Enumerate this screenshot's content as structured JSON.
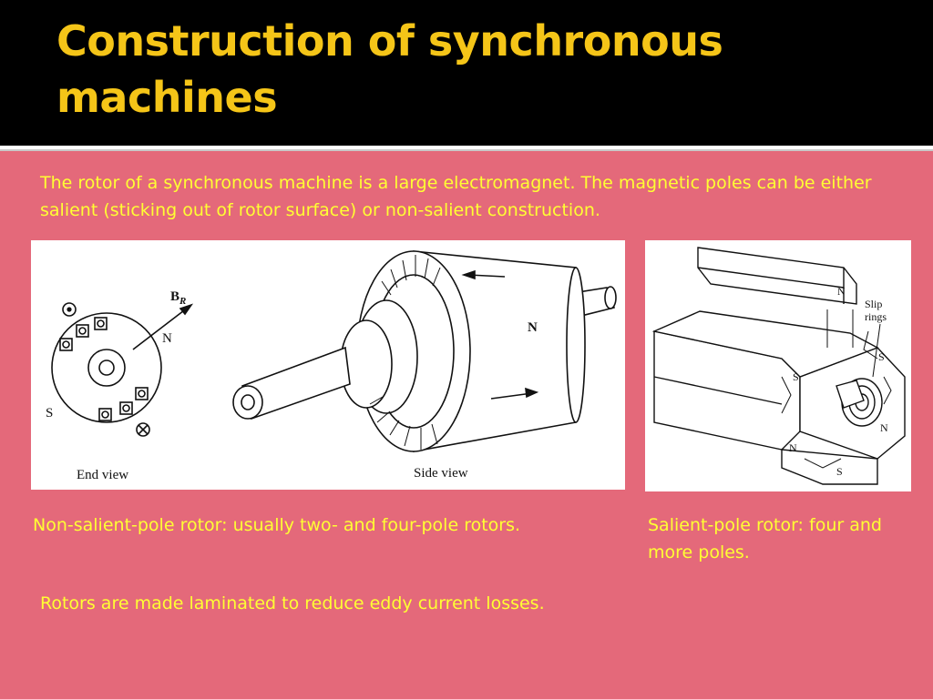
{
  "slide": {
    "title": "Construction of synchronous machines",
    "intro": "The rotor of a synchronous machine is a large electromagnet. The magnetic poles can be either salient (sticking out of rotor surface) or non-salient construction.",
    "caption_left": "Non-salient-pole rotor: usually two- and four-pole rotors.",
    "caption_right": "Salient-pole rotor: four and more poles.",
    "bottom_note": "Rotors are made laminated to reduce eddy current losses."
  },
  "figure_left": {
    "end_view_label": "End view",
    "side_view_label": "Side view",
    "field_label": "B",
    "field_subscript": "R",
    "north": "N",
    "south": "S",
    "side_north": "N"
  },
  "figure_right": {
    "slip_rings_line1": "Slip",
    "slip_rings_line2": "rings",
    "pole_n_top": "N",
    "pole_s_left": "S",
    "pole_s_right": "S",
    "pole_n_right": "N",
    "pole_n_bottom": "N",
    "pole_s_bottom": "S"
  },
  "colors": {
    "background": "#e4697a",
    "header": "#000000",
    "title": "#f5c518",
    "body_text": "#ffff33"
  }
}
